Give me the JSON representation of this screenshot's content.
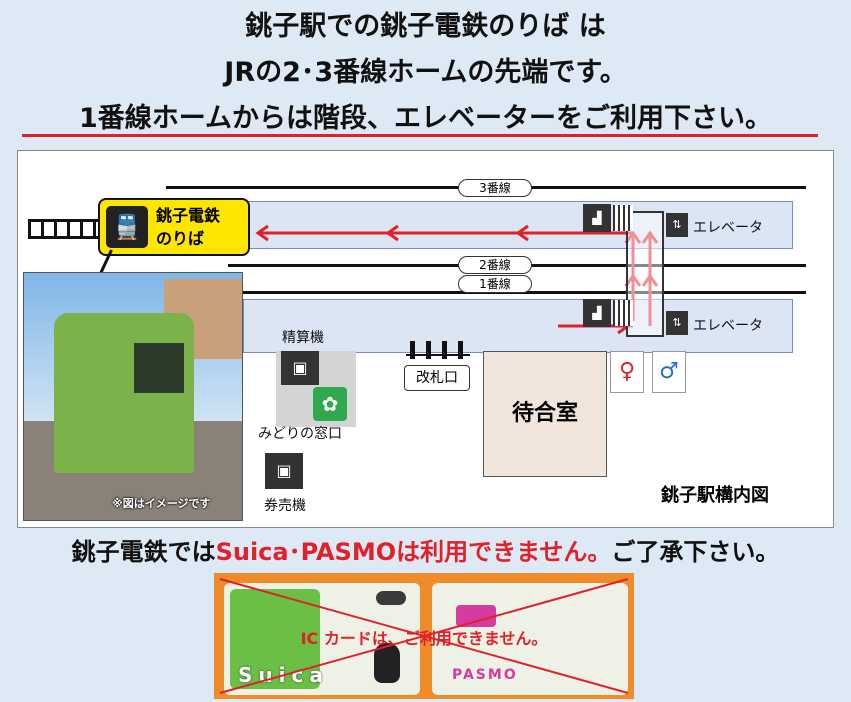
{
  "headline": {
    "line1": "銚子駅での銚子電鉄のりば は",
    "line2": "JRの2･3番線ホームの先端です。",
    "line3": "1番線ホームからは階段、エレベーターをご利用下さい。"
  },
  "map": {
    "track3_label": "3番線",
    "track2_label": "2番線",
    "track1_label": "1番線",
    "choshi_platform_label": "銚子電鉄\nのりば",
    "elevator_upper": "エレベータ",
    "elevator_lower": "エレベータ",
    "fare_adjust": "精算機",
    "midori": "みどりの窓口",
    "ticket_machine": "券売機",
    "gate": "改札口",
    "waiting_room": "待合室",
    "map_title": "銚子駅構内図",
    "photo_caption": "※図はイメージです"
  },
  "notice": {
    "prefix": "銚子電鉄では",
    "highlight": "Suica･PASMOは利用できません。",
    "suffix": "ご了承下さい。"
  },
  "cards": {
    "suica_label": "Suica",
    "pasmo_label": "PASMO",
    "overlay_text": "IC カードは、ご利用できません。"
  },
  "colors": {
    "red": "#e0212b",
    "platform": "#dbe5f4",
    "sign_yellow": "#ffe600"
  }
}
